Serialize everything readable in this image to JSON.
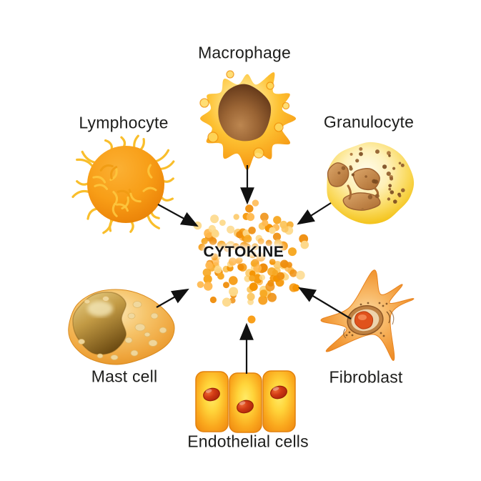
{
  "diagram": {
    "center_label": "CYTOKINE",
    "cells": [
      {
        "id": "macrophage",
        "label": "Macrophage"
      },
      {
        "id": "lymphocyte",
        "label": "Lymphocyte"
      },
      {
        "id": "granulocyte",
        "label": "Granulocyte"
      },
      {
        "id": "mast-cell",
        "label": "Mast cell"
      },
      {
        "id": "fibroblast",
        "label": "Fibroblast"
      },
      {
        "id": "endothelial-cells",
        "label": "Endothelial cells"
      }
    ],
    "arrows": [
      {
        "from": "macrophage",
        "to": "cytokine"
      },
      {
        "from": "lymphocyte",
        "to": "cytokine"
      },
      {
        "from": "granulocyte",
        "to": "cytokine"
      },
      {
        "from": "mast-cell",
        "to": "cytokine"
      },
      {
        "from": "fibroblast",
        "to": "cytokine"
      },
      {
        "from": "endothelial-cells",
        "to": "cytokine"
      }
    ],
    "colors": {
      "background": "#ffffff",
      "label_text": "#1d1d1b",
      "arrow": "#111111",
      "cell_orange": "#F7941D",
      "cell_yellow": "#FDC830",
      "nucleus_brown": "#7B4A22",
      "nucleus_red": "#CC3312"
    },
    "cloud": {
      "dot_count": 135,
      "dot_colors": [
        "#EF8E0D",
        "#F7A823",
        "#F59300",
        "#FBC55C",
        "#FDD98A",
        "#FFB84D"
      ]
    }
  }
}
